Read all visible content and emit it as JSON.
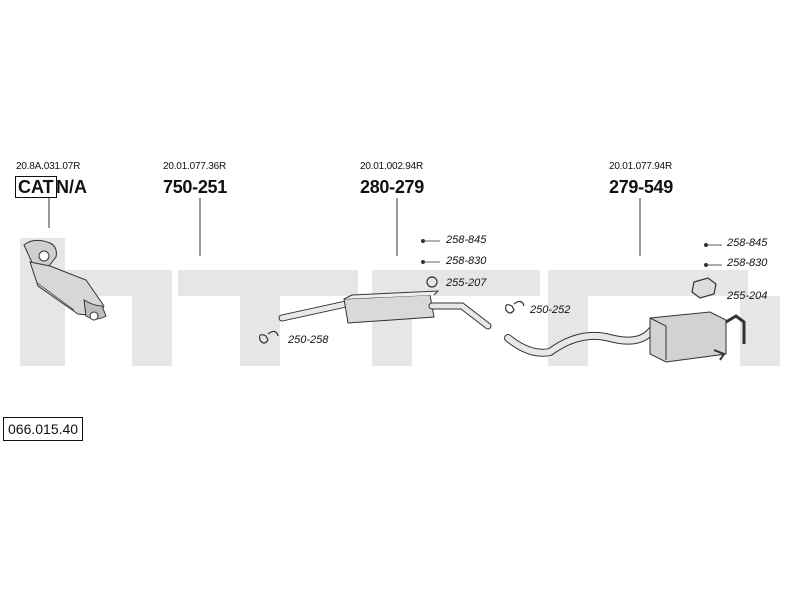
{
  "diagram": {
    "number": "066.015.40",
    "cat_label": "CAT",
    "cat_note": "N/A",
    "parts": [
      {
        "ref": "20.8A.031.07R"
      },
      {
        "ref": "20.01.077.36R",
        "part_no": "750-251"
      },
      {
        "ref": "20.01.002.94R",
        "part_no": "280-279"
      },
      {
        "ref": "20.01.077.94R",
        "part_no": "279-549"
      }
    ],
    "accessories": [
      {
        "code": "258-845"
      },
      {
        "code": "258-830"
      },
      {
        "code": "255-207"
      },
      {
        "code": "250-252"
      },
      {
        "code": "250-258"
      },
      {
        "code": "258-845"
      },
      {
        "code": "258-830"
      },
      {
        "code": "255-204"
      }
    ]
  }
}
